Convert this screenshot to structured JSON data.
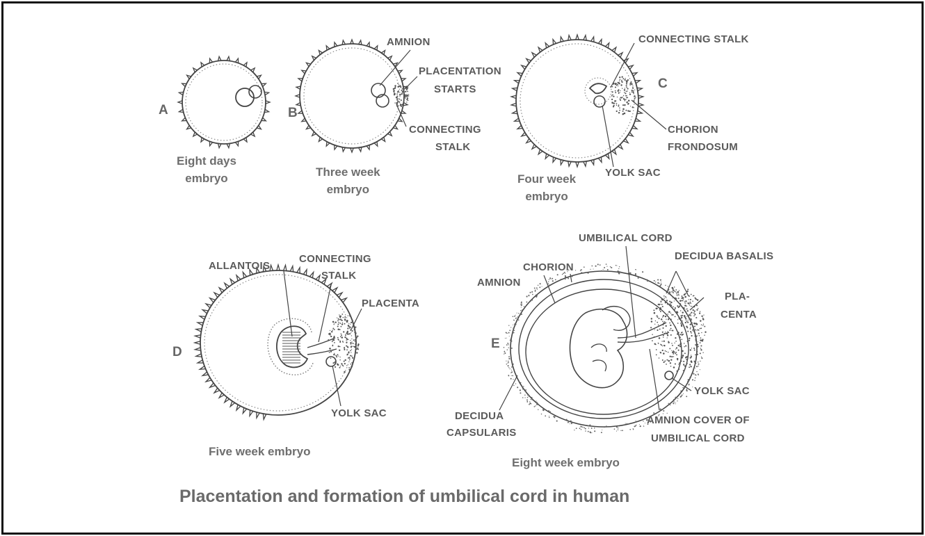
{
  "title": "Placentation and formation of umbilical cord in human",
  "panels": {
    "a": {
      "letter": "A",
      "caption_line1": "Eight days",
      "caption_line2": "embryo"
    },
    "b": {
      "letter": "B",
      "caption_line1": "Three week",
      "caption_line2": "embryo",
      "labels": {
        "amnion": "AMNION",
        "placentation_starts_1": "PLACENTATION",
        "placentation_starts_2": "STARTS",
        "connecting_stalk_1": "CONNECTING",
        "connecting_stalk_2": "STALK"
      }
    },
    "c": {
      "letter": "C",
      "caption_line1": "Four week",
      "caption_line2": "embryo",
      "labels": {
        "connecting_stalk": "CONNECTING  STALK",
        "chorion_frondosum_1": "CHORION",
        "chorion_frondosum_2": "FRONDOSUM",
        "yolk_sac": "YOLK SAC"
      }
    },
    "d": {
      "letter": "D",
      "caption": "Five week embryo",
      "labels": {
        "allantois": "ALLANTOIS",
        "connecting_stalk_1": "CONNECTING",
        "connecting_stalk_2": "STALK",
        "placenta": "PLACENTA",
        "yolk_sac": "YOLK SAC"
      }
    },
    "e": {
      "letter": "E",
      "caption": "Eight week embryo",
      "labels": {
        "umbilical_cord": "UMBILICAL CORD",
        "chorion": "CHORION",
        "amnion": "AMNION",
        "decidua_basalis": "DECIDUA BASALIS",
        "placenta_1": "PLA-",
        "placenta_2": "CENTA",
        "yolk_sac": "YOLK SAC",
        "amnion_cover_1": "AMNION COVER OF",
        "amnion_cover_2": "UMBILICAL CORD",
        "decidua_capsularis_1": "DECIDUA",
        "decidua_capsularis_2": "CAPSULARIS"
      }
    }
  }
}
